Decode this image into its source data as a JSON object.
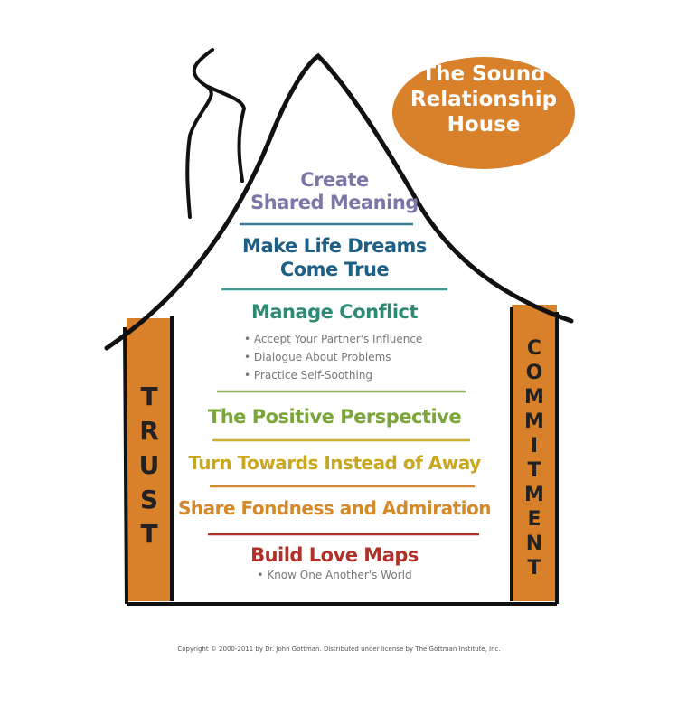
{
  "badge": {
    "line1": "The Sound",
    "line2": "Relationship",
    "line3": "House"
  },
  "levels": [
    {
      "title_lines": [
        "Create",
        "Shared Meaning"
      ],
      "color": "#7b78a8"
    },
    {
      "title_lines": [
        "Make Life Dreams",
        "Come True"
      ],
      "color": "#1e5f86"
    },
    {
      "title_lines": [
        "Manage Conflict"
      ],
      "color": "#2e8a73",
      "bullets": [
        "Accept Your Partner's Influence",
        "Dialogue About Problems",
        "Practice Self-Soothing"
      ]
    },
    {
      "title_lines": [
        "The Positive Perspective"
      ],
      "color": "#7aa63a"
    },
    {
      "title_lines": [
        "Turn Towards Instead of Away"
      ],
      "color": "#c9a820"
    },
    {
      "title_lines": [
        "Share Fondness and Admiration"
      ],
      "color": "#d4892a"
    },
    {
      "title_lines": [
        "Build Love Maps"
      ],
      "color": "#b0302a",
      "bullets": [
        "Know One Another's World"
      ]
    }
  ],
  "pillars": {
    "left": [
      "T",
      "R",
      "U",
      "S",
      "T"
    ],
    "right": [
      "C",
      "O",
      "M",
      "M",
      "I",
      "T",
      "M",
      "E",
      "N",
      "T"
    ]
  },
  "colors": {
    "orange": "#d8802a",
    "outline": "#111111"
  },
  "copyright": "Copyright © 2000-2011 by Dr. John Gottman. Distributed under license by The Gottman Institute, Inc."
}
